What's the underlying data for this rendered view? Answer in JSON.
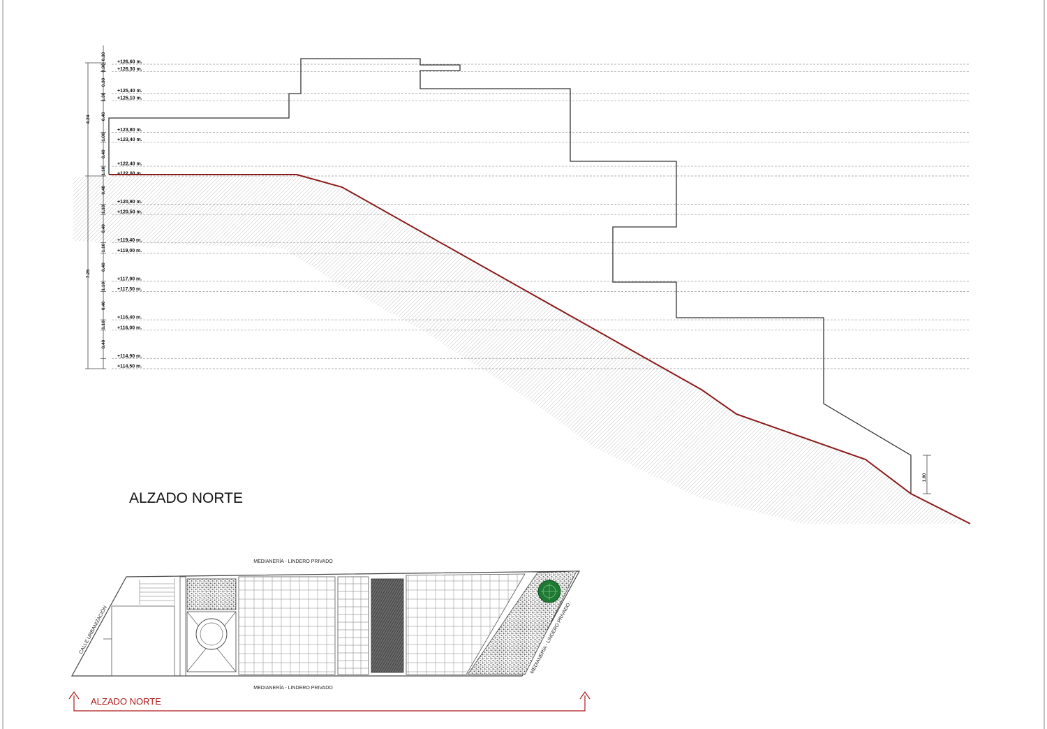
{
  "elevation": {
    "title": "ALZADO NORTE",
    "levels": [
      {
        "label": "+126,60 m.",
        "value": 126.6
      },
      {
        "label": "+126,30 m.",
        "value": 126.3
      },
      {
        "label": "+125,40 m.",
        "value": 125.4
      },
      {
        "label": "+125,10 m.",
        "value": 125.1
      },
      {
        "label": "+123,80 m.",
        "value": 123.8
      },
      {
        "label": "+123,40 m.",
        "value": 123.4
      },
      {
        "label": "+122,40 m.",
        "value": 122.4
      },
      {
        "label": "+122,00 m.",
        "value": 122.0
      },
      {
        "label": "+120,90 m.",
        "value": 120.9
      },
      {
        "label": "+120,50 m.",
        "value": 120.5
      },
      {
        "label": "+119,40 m.",
        "value": 119.4
      },
      {
        "label": "+119,00 m.",
        "value": 119.0
      },
      {
        "label": "+117,90 m.",
        "value": 117.9
      },
      {
        "label": "+117,50 m.",
        "value": 117.5
      },
      {
        "label": "+116,40 m.",
        "value": 116.4
      },
      {
        "label": "+116,00 m.",
        "value": 116.0
      },
      {
        "label": "+114,90 m.",
        "value": 114.9
      },
      {
        "label": "+114,50 m.",
        "value": 114.5
      }
    ],
    "partial_dims": [
      "0.30",
      "0.90",
      "0.30",
      "1.30",
      "0.40",
      "1.00",
      "0.40",
      "1.10",
      "0.40",
      "1.10",
      "0.40",
      "1.10",
      "0.40",
      "1.10",
      "0.40",
      "1.10",
      "0.40"
    ],
    "total_dims": [
      "4.24",
      "7.25"
    ],
    "end_dim": "1.80"
  },
  "plan": {
    "label_top": "MEDIANERÍA - LINDERO PRIVADO",
    "label_bottom": "MEDIANERÍA - LINDERO PRIVADO",
    "label_left": "CALLE URBANIZACIÓN",
    "label_right": "MEDIANERÍA - LINDERO PRIVADO",
    "section_label": "ALZADO NORTE"
  },
  "colors": {
    "terrain_line": "#8b1a1a",
    "section_line": "#b01818",
    "tree": "#1e7a32",
    "hatch": "#c8c8c8"
  }
}
